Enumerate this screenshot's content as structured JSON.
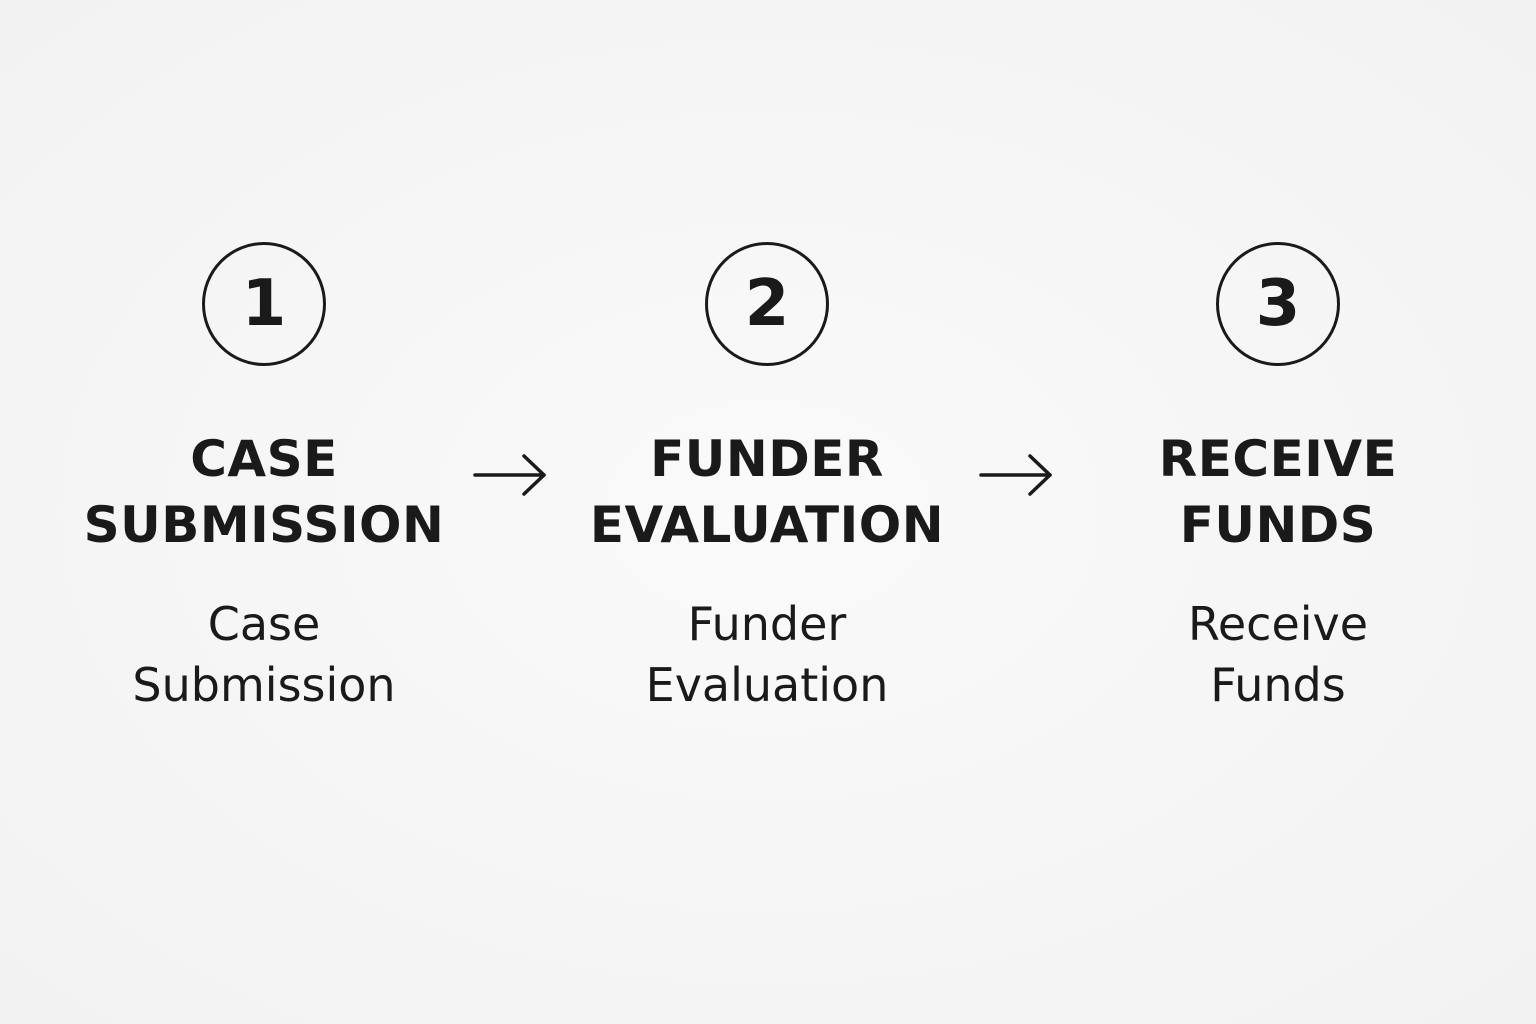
{
  "steps": [
    {
      "number": "1",
      "title_lines": [
        "CASE",
        "SUBMISSION"
      ],
      "desc_lines": [
        "Case",
        "Submission"
      ]
    },
    {
      "number": "2",
      "title_lines": [
        "FUNDER",
        "EVALUATION"
      ],
      "desc_lines": [
        "Funder",
        "Evaluation"
      ]
    },
    {
      "number": "3",
      "title_lines": [
        "RECEIVE",
        "FUNDS"
      ],
      "desc_lines": [
        "Receive",
        "Funds"
      ]
    }
  ],
  "connectors": [
    {
      "icon": "right-arrow-icon"
    },
    {
      "icon": "right-arrow-icon"
    }
  ],
  "colors": {
    "background": "#f7f7f7",
    "ink": "#1a1a1a"
  }
}
